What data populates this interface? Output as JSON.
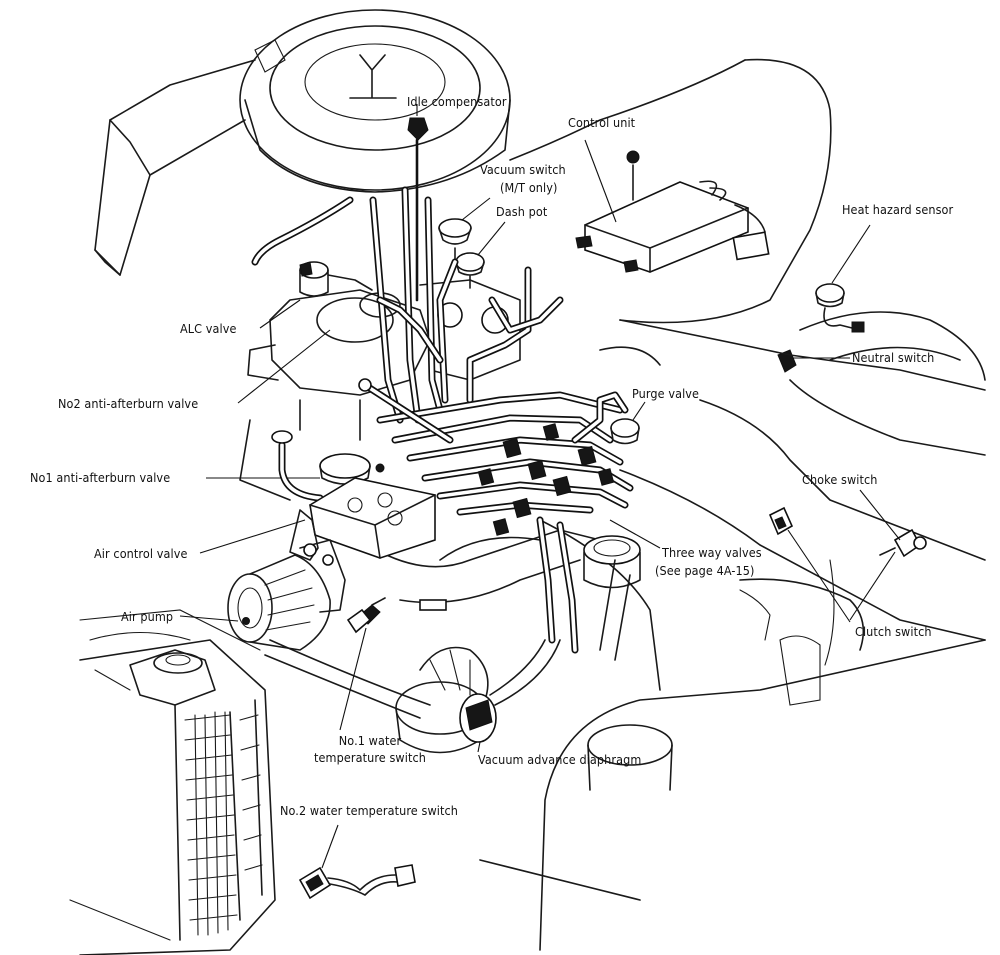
{
  "labels": {
    "idle_compensator": "Idle compensator",
    "control_unit": "Control unit",
    "vacuum_switch": "Vacuum switch",
    "vacuum_switch_note": "(M/T only)",
    "dash_pot": "Dash pot",
    "heat_hazard_sensor": "Heat hazard sensor",
    "alc_valve": "ALC valve",
    "neutral_switch": "Neutral switch",
    "no2_anti_afterburn_valve": "No2 anti-afterburn valve",
    "purge_valve": "Purge valve",
    "no1_anti_afterburn_valve": "No1 anti-afterburn valve",
    "choke_switch": "Choke switch",
    "air_control_valve": "Air control valve",
    "three_way_valves": "Three way valves",
    "three_way_valves_note": "(See page 4A-15)",
    "clutch_switch": "Clutch switch",
    "air_pump": "Air pump",
    "no1_water_temp_switch_line1": "No.1 water",
    "no1_water_temp_switch_line2": "temperature switch",
    "vacuum_advance_diaphragm": "Vacuum advance diaphragm",
    "no2_water_temp_switch": "No.2 water temperature switch"
  }
}
